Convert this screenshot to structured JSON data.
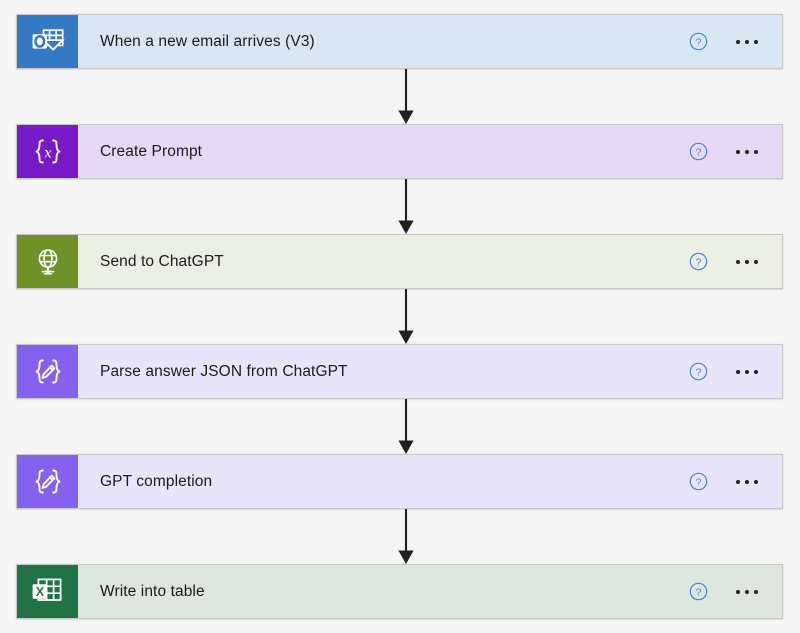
{
  "flow": {
    "canvas_background": "#f5f5f5",
    "connector_color": "#201f1e",
    "help_icon_color": "#4a7fd6",
    "steps": [
      {
        "title": "When a new email arrives (V3)",
        "icon": "outlook-icon",
        "icon_bg": "#3379C3",
        "body_bg": "#D9E7F4",
        "help_label": "?",
        "menu_label": "More commands"
      },
      {
        "title": "Create Prompt",
        "icon": "variable-braces-icon",
        "icon_bg": "#7719C6",
        "body_bg": "#E7D9F5",
        "help_label": "?",
        "menu_label": "More commands"
      },
      {
        "title": "Send to ChatGPT",
        "icon": "globe-icon",
        "icon_bg": "#709028",
        "body_bg": "#EAEFE1",
        "help_label": "?",
        "menu_label": "More commands"
      },
      {
        "title": "Parse answer JSON from ChatGPT",
        "icon": "compose-braces-icon",
        "icon_bg": "#8661F0",
        "body_bg": "#E8E5FA",
        "help_label": "?",
        "menu_label": "More commands"
      },
      {
        "title": "GPT completion",
        "icon": "compose-braces-icon",
        "icon_bg": "#8661F0",
        "body_bg": "#E8E5FA",
        "help_label": "?",
        "menu_label": "More commands"
      },
      {
        "title": "Write into table",
        "icon": "excel-icon",
        "icon_bg": "#217346",
        "body_bg": "#DCE7E0",
        "help_label": "?",
        "menu_label": "More commands"
      }
    ],
    "connectors": [
      {
        "from": 0,
        "to": 1
      },
      {
        "from": 1,
        "to": 2
      },
      {
        "from": 2,
        "to": 3
      },
      {
        "from": 3,
        "to": 4
      },
      {
        "from": 4,
        "to": 5
      }
    ]
  }
}
